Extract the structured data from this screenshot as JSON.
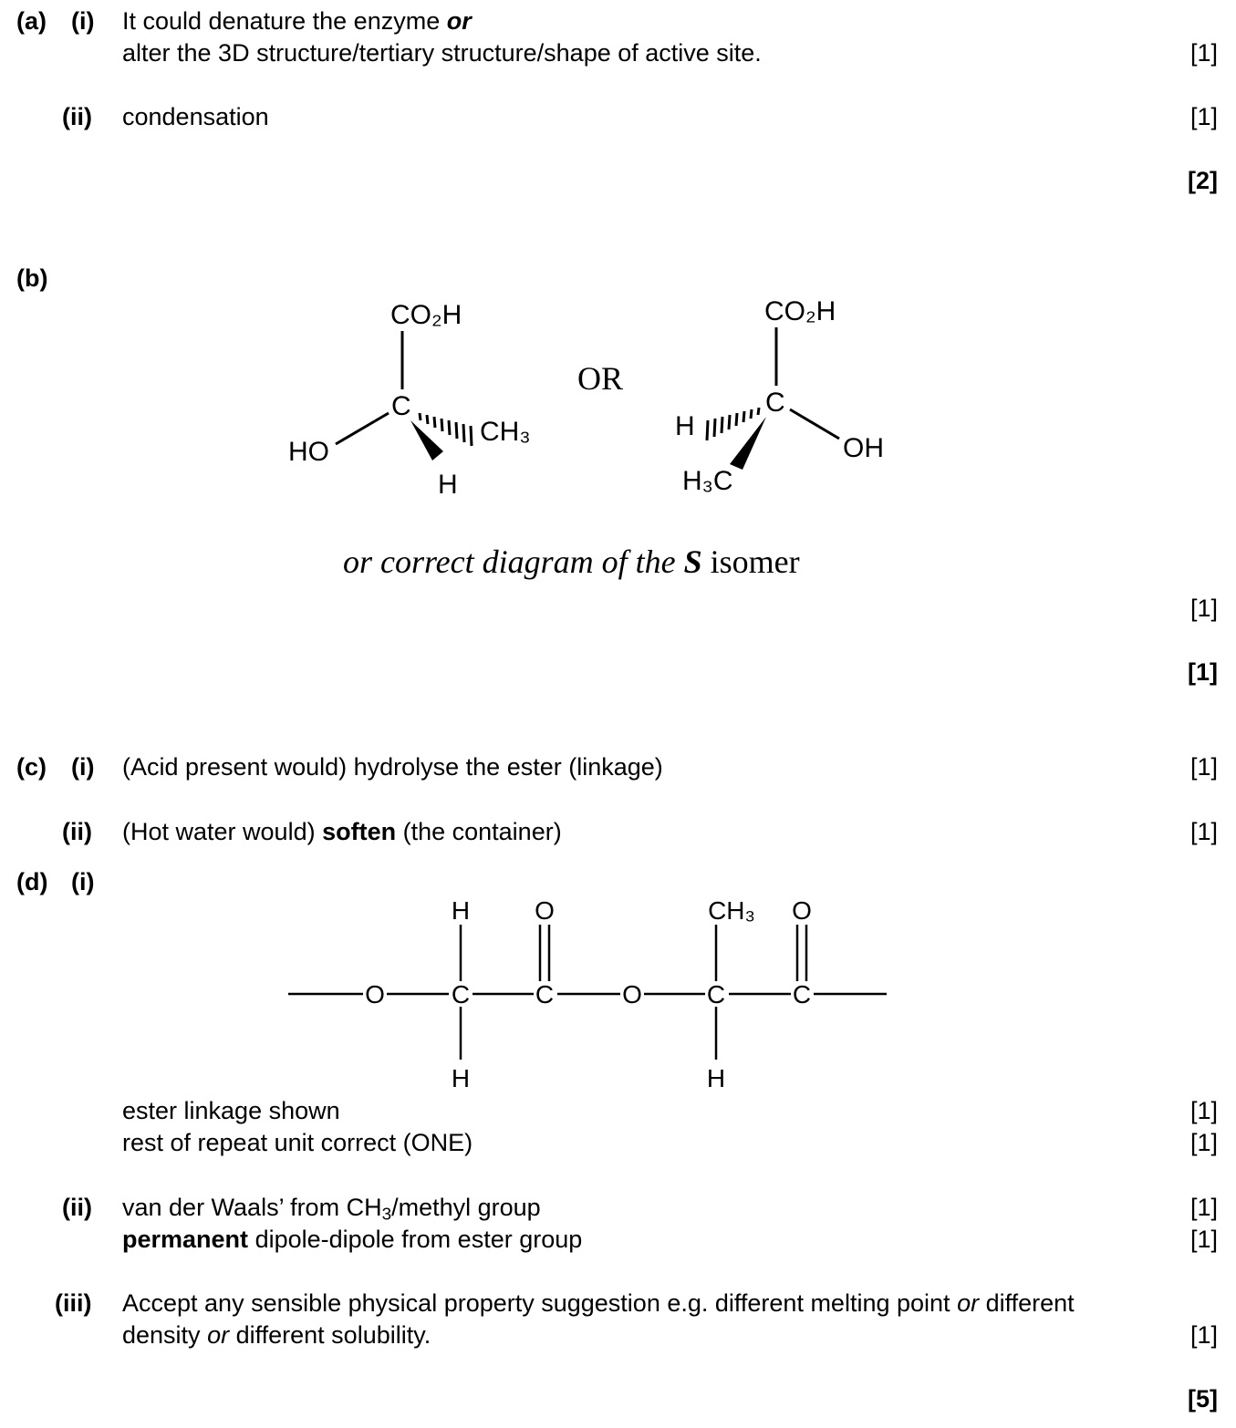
{
  "a": {
    "label": "(a)",
    "i": {
      "label": "(i)",
      "line1": "It could denature the enzyme",
      "line1_or": "or",
      "line2": "alter the 3D structure/tertiary structure/shape of active site.",
      "mark": "[1]"
    },
    "ii": {
      "label": "(ii)",
      "text": "condensation",
      "mark": "[1]"
    },
    "total": "[2]"
  },
  "b": {
    "label": "(b)",
    "or_text": "OR",
    "caption_italic": "or correct diagram of  the",
    "caption_s": "S",
    "caption_end": "isomer",
    "mark": "[1]",
    "total": "[1]",
    "mol1": {
      "top": "CO₂H",
      "center": "C",
      "left": "HO",
      "right": "CH₃",
      "bottom": "H"
    },
    "mol2": {
      "top": "CO₂H",
      "center": "C",
      "left": "H",
      "right": "OH",
      "bottom": "H₃C"
    }
  },
  "c": {
    "label": "(c)",
    "i": {
      "label": "(i)",
      "text": "(Acid present would) hydrolyse the ester (linkage)",
      "mark": "[1]"
    },
    "ii": {
      "label": "(ii)",
      "text_pre": "(Hot water would)",
      "text_bold": "soften",
      "text_post": "(the container)",
      "mark": "[1]"
    }
  },
  "d": {
    "label": "(d)",
    "i": {
      "label": "(i)",
      "structure": {
        "atoms": [
          "O",
          "C",
          "C",
          "O",
          "C",
          "C"
        ],
        "top": [
          "H",
          "O",
          "CH₃",
          "O"
        ],
        "bottom": [
          "H",
          "H"
        ]
      },
      "line1": "ester linkage shown",
      "mark1": "[1]",
      "line2": "rest of repeat unit correct (ONE)",
      "mark2": "[1]"
    },
    "ii": {
      "label": "(ii)",
      "line1_pre": "van der Waals’ from CH",
      "line1_sub": "3",
      "line1_post": "/methyl group",
      "mark1": "[1]",
      "line2_bold": "permanent",
      "line2_post": "dipole-dipole from ester group",
      "mark2": "[1]"
    },
    "iii": {
      "label": "(iii)",
      "line1_pre": "Accept any sensible physical property suggestion e.g. different melting point",
      "line1_or": "or",
      "line1_post": "different",
      "line2_pre": "density",
      "line2_or": "or",
      "line2_post": "different solubility.",
      "mark": "[1]"
    },
    "total": "[5]"
  }
}
